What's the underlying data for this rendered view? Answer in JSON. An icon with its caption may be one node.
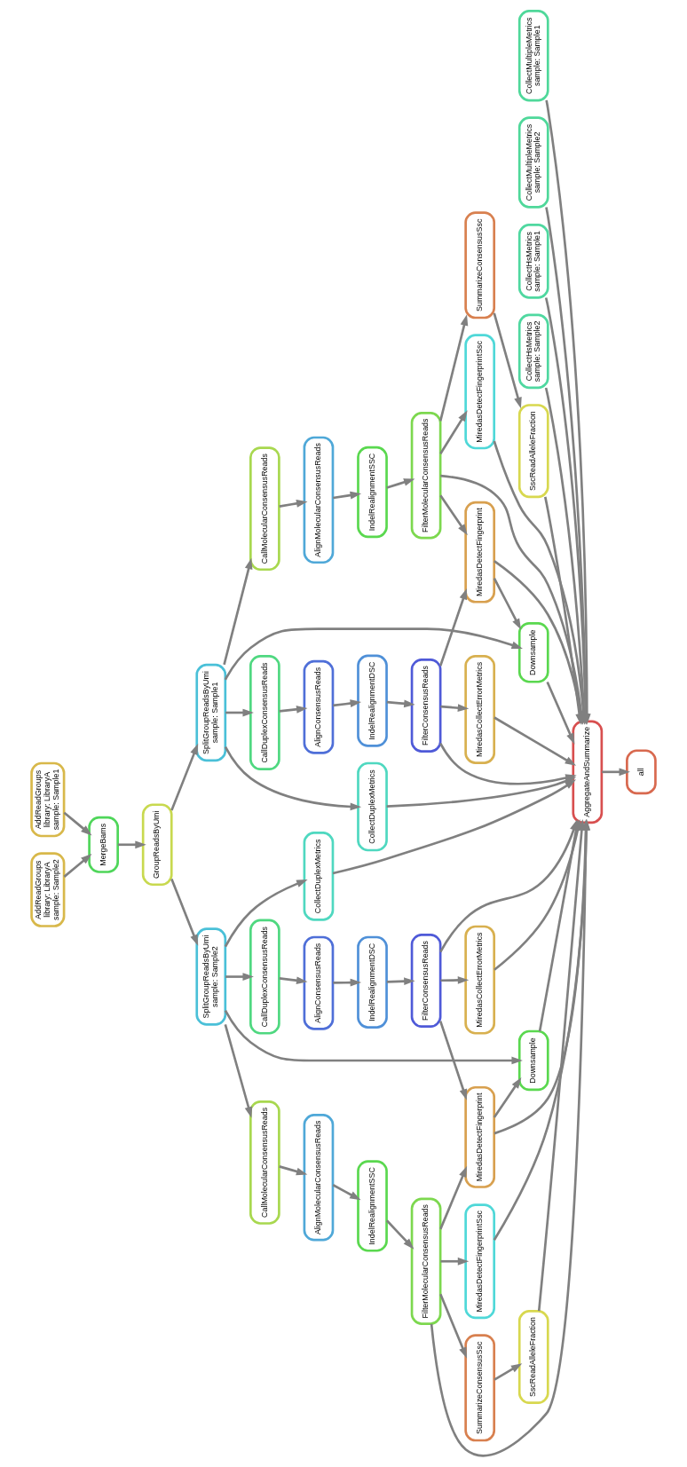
{
  "diagram": {
    "nodes": [
      {
        "text": [
          "AddReadGroups",
          "library: LibraryA",
          "sample: Sample2"
        ]
      },
      {
        "text": [
          "AddReadGroups",
          "library: LibraryA",
          "sample: Sample1"
        ]
      },
      {
        "text": [
          "MergeBams"
        ]
      },
      {
        "text": [
          "GroupReadsByUmi"
        ]
      },
      {
        "text": [
          "SplitGroupReadsByUmi",
          "sample: Sample2"
        ]
      },
      {
        "text": [
          "SplitGroupReadsByUmi",
          "sample: Sample1"
        ]
      },
      {
        "text": [
          "CallMolecularConsensusReads"
        ]
      },
      {
        "text": [
          "AlignMolecularConsensusReads"
        ]
      },
      {
        "text": [
          "IndelRealignmentSSC"
        ]
      },
      {
        "text": [
          "FilterMolecularConsensusReads"
        ]
      },
      {
        "text": [
          "SummarizeConsensusSsc"
        ]
      },
      {
        "text": [
          "SscReadAlleleFraction"
        ]
      },
      {
        "text": [
          "MiredasDetectFingerprintSsc"
        ]
      },
      {
        "text": [
          "CallDuplexConsensusReads"
        ]
      },
      {
        "text": [
          "AlignConsensusReads"
        ]
      },
      {
        "text": [
          "IndelRealignmentDSC"
        ]
      },
      {
        "text": [
          "FilterConsensusReads"
        ]
      },
      {
        "text": [
          "MiredasDetectFingerprint"
        ]
      },
      {
        "text": [
          "Downsample"
        ]
      },
      {
        "text": [
          "MiredasCollectErrorMetrics"
        ]
      },
      {
        "text": [
          "CollectDuplexMetrics"
        ]
      },
      {
        "text": [
          "CollectDuplexMetrics"
        ]
      },
      {
        "text": [
          "CallDuplexConsensusReads"
        ]
      },
      {
        "text": [
          "AlignConsensusReads"
        ]
      },
      {
        "text": [
          "IndelRealignmentDSC"
        ]
      },
      {
        "text": [
          "FilterConsensusReads"
        ]
      },
      {
        "text": [
          "MiredasCollectErrorMetrics"
        ]
      },
      {
        "text": [
          "Downsample"
        ]
      },
      {
        "text": [
          "MiredasDetectFingerprint"
        ]
      },
      {
        "text": [
          "CallMolecularConsensusReads"
        ]
      },
      {
        "text": [
          "AlignMolecularConsensusReads"
        ]
      },
      {
        "text": [
          "IndelRealignmentSSC"
        ]
      },
      {
        "text": [
          "FilterMolecularConsensusReads"
        ]
      },
      {
        "text": [
          "MiredasDetectFingerprintSsc"
        ]
      },
      {
        "text": [
          "SscReadAlleleFraction"
        ]
      },
      {
        "text": [
          "SummarizeConsensusSsc"
        ]
      },
      {
        "text": [
          "CollectHsMetrics",
          "sample: Sample2"
        ]
      },
      {
        "text": [
          "CollectHsMetrics",
          "sample: Sample1"
        ]
      },
      {
        "text": [
          "CollectMultipleMetrics",
          "sample: Sample2"
        ]
      },
      {
        "text": [
          "CollectMultipleMetrics",
          "sample: Sample1"
        ]
      },
      {
        "text": [
          "AggregateAndSummarize"
        ]
      },
      {
        "text": [
          "all"
        ]
      }
    ],
    "edges": [
      {
        "from": 0,
        "to": 2,
        "arrow": "to"
      },
      {
        "from": 1,
        "to": 2,
        "arrow": "to"
      },
      {
        "from": 2,
        "to": 3,
        "arrow": "to"
      },
      {
        "from": 3,
        "to": 4,
        "arrow": "to"
      },
      {
        "from": 3,
        "to": 5,
        "arrow": "to"
      },
      {
        "from": 4,
        "to": 6,
        "arrow": "to"
      },
      {
        "from": 4,
        "to": 13,
        "arrow": "to"
      },
      {
        "from": 4,
        "to": 18,
        "arrow": "to"
      },
      {
        "from": 4,
        "to": 20,
        "arrow": "to"
      },
      {
        "from": 6,
        "to": 7,
        "arrow": "to"
      },
      {
        "from": 7,
        "to": 8,
        "arrow": "to"
      },
      {
        "from": 8,
        "to": 9,
        "arrow": "to"
      },
      {
        "from": 9,
        "to": 10,
        "arrow": "to"
      },
      {
        "from": 9,
        "to": 12,
        "arrow": "to"
      },
      {
        "from": 9,
        "to": 17,
        "arrow": "to"
      },
      {
        "from": 9,
        "to": 40,
        "arrow": "to"
      },
      {
        "from": 10,
        "to": 11,
        "arrow": "to"
      },
      {
        "from": 11,
        "to": 40,
        "arrow": "to"
      },
      {
        "from": 12,
        "to": 40,
        "arrow": "to"
      },
      {
        "from": 13,
        "to": 14,
        "arrow": "to"
      },
      {
        "from": 14,
        "to": 15,
        "arrow": "to"
      },
      {
        "from": 15,
        "to": 16,
        "arrow": "to"
      },
      {
        "from": 16,
        "to": 17,
        "arrow": "to"
      },
      {
        "from": 16,
        "to": 19,
        "arrow": "to"
      },
      {
        "from": 16,
        "to": 40,
        "arrow": "to"
      },
      {
        "from": 17,
        "to": 18,
        "arrow": "to"
      },
      {
        "from": 17,
        "to": 40,
        "arrow": "to"
      },
      {
        "from": 18,
        "to": 40,
        "arrow": "to"
      },
      {
        "from": 19,
        "to": 40,
        "arrow": "to"
      },
      {
        "from": 20,
        "to": 40,
        "arrow": "to"
      },
      {
        "from": 5,
        "to": 21,
        "arrow": "to"
      },
      {
        "from": 5,
        "to": 22,
        "arrow": "to"
      },
      {
        "from": 5,
        "to": 27,
        "arrow": "to"
      },
      {
        "from": 5,
        "to": 29,
        "arrow": "to"
      },
      {
        "from": 21,
        "to": 40,
        "arrow": "to"
      },
      {
        "from": 22,
        "to": 23,
        "arrow": "to"
      },
      {
        "from": 23,
        "to": 24,
        "arrow": "to"
      },
      {
        "from": 24,
        "to": 25,
        "arrow": "to"
      },
      {
        "from": 25,
        "to": 26,
        "arrow": "to"
      },
      {
        "from": 25,
        "to": 28,
        "arrow": "to"
      },
      {
        "from": 25,
        "to": 40,
        "arrow": "to"
      },
      {
        "from": 26,
        "to": 40,
        "arrow": "to"
      },
      {
        "from": 27,
        "to": 40,
        "arrow": "to"
      },
      {
        "from": 28,
        "to": 27,
        "arrow": "to"
      },
      {
        "from": 28,
        "to": 40,
        "arrow": "to"
      },
      {
        "from": 29,
        "to": 30,
        "arrow": "to"
      },
      {
        "from": 30,
        "to": 31,
        "arrow": "to"
      },
      {
        "from": 31,
        "to": 32,
        "arrow": "to"
      },
      {
        "from": 32,
        "to": 28,
        "arrow": "to"
      },
      {
        "from": 32,
        "to": 33,
        "arrow": "to"
      },
      {
        "from": 32,
        "to": 35,
        "arrow": "to"
      },
      {
        "from": 32,
        "to": 40,
        "arrow": "to"
      },
      {
        "from": 33,
        "to": 40,
        "arrow": "to"
      },
      {
        "from": 35,
        "to": 34,
        "arrow": "to"
      },
      {
        "from": 34,
        "to": 40,
        "arrow": "to"
      },
      {
        "from": 36,
        "to": 40,
        "arrow": "to"
      },
      {
        "from": 37,
        "to": 40,
        "arrow": "to"
      },
      {
        "from": 38,
        "to": 40,
        "arrow": "to"
      },
      {
        "from": 39,
        "to": 40,
        "arrow": "to"
      },
      {
        "from": 40,
        "to": 41,
        "arrow": "to"
      }
    ]
  }
}
